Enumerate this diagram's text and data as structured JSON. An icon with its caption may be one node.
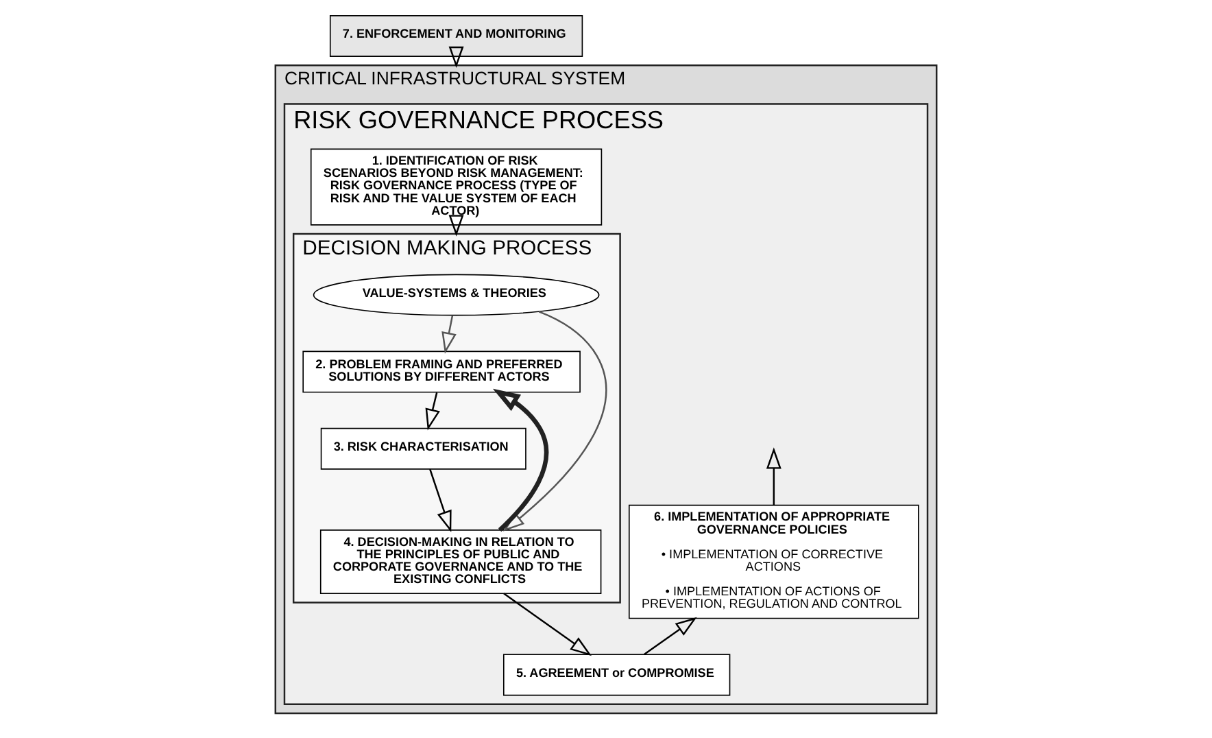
{
  "diagram": {
    "nodes": [
      {
        "text": [
          "CRITICAL INFRASTRUCTURAL SYSTEM"
        ]
      },
      {
        "text": [
          "7. ENFORCEMENT AND MONITORING"
        ]
      },
      {
        "text": [
          "RISK GOVERNANCE PROCESS"
        ],
        "in": 0
      },
      {
        "text": [
          "1. IDENTIFICATION OF RISK SCENARIOS BEYOND RISK MANAGEMENT: RISK GOVERNANCE PROCESS (TYPE OF RISK AND THE VALUE SYSTEM OF EACH ACTOR)"
        ],
        "in": 2
      },
      {
        "text": [
          "6. IMPLEMENTATION OF APPROPRIATE GOVERNANCE POLICIES",
          "• IMPLEMENTATION OF CORRECTIVE ACTIONS",
          "• IMPLEMENTATION OF ACTIONS OF PREVENTION, REGULATION AND CONTROL"
        ],
        "in": 2
      },
      {
        "text": [
          "DECISION MAKING PROCESS"
        ],
        "in": 2
      },
      {
        "text": [
          "VALUE-SYSTEMS & THEORIES"
        ],
        "in": 5
      },
      {
        "text": [
          "2. PROBLEM FRAMING AND PREFERRED SOLUTIONS BY DIFFERENT ACTORS"
        ],
        "in": 5
      },
      {
        "text": [
          "3. RISK CHARACTERISATION"
        ],
        "in": 5
      },
      {
        "text": [
          "4. DECISION-MAKING IN RELATION TO THE PRINCIPLES OF PUBLIC AND CORPORATE GOVERNANCE AND TO THE EXISTING CONFLICTS"
        ],
        "in": 5
      },
      {
        "text": [
          "5. AGREEMENT or COMPROMISE"
        ],
        "in": 2
      }
    ],
    "edges": [
      {
        "from": 1,
        "to": 0,
        "arrow": "to"
      },
      {
        "from": 3,
        "to": 5,
        "arrow": "to"
      },
      {
        "from": 7,
        "to": 8,
        "arrow": "to"
      },
      {
        "from": 8,
        "to": 9,
        "arrow": "to"
      },
      {
        "from": 9,
        "to": 10,
        "arrow": "to"
      },
      {
        "from": 10,
        "to": 4,
        "arrow": "to"
      },
      {
        "from": 4,
        "to": null,
        "arrow": "to"
      },
      {
        "from": 6,
        "to": 7,
        "arrow": "to",
        "color": "#555555"
      },
      {
        "from": 6,
        "to": 9,
        "arrow": "to",
        "color": "#555555"
      },
      {
        "from": 9,
        "to": 7,
        "arrow": "to",
        "style": "thick",
        "color": "#222222"
      }
    ]
  }
}
